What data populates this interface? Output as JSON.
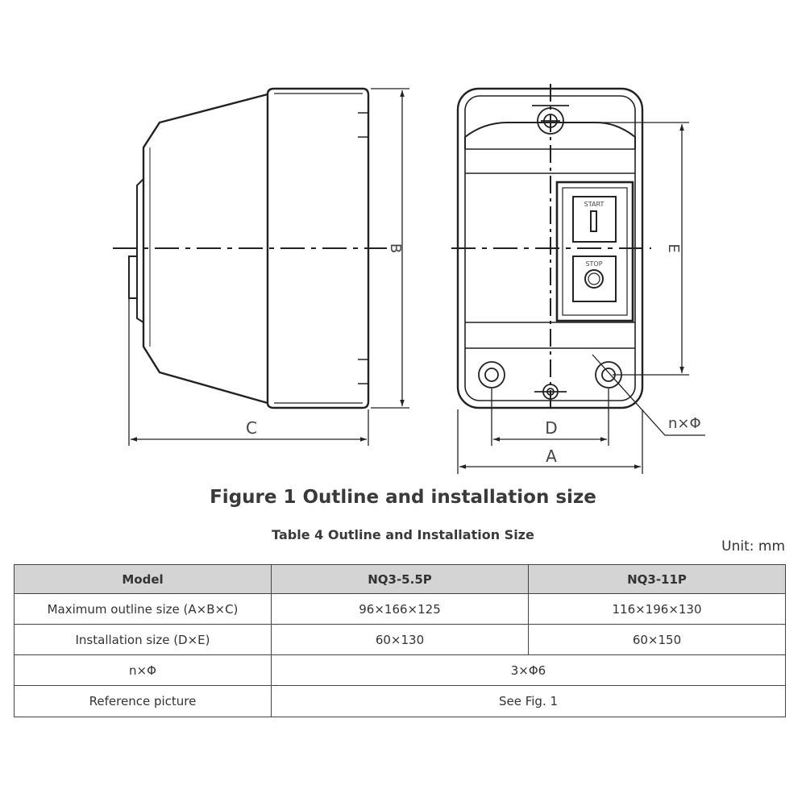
{
  "figure": {
    "title": "Figure 1 Outline and installation size",
    "labels": {
      "A": "A",
      "B": "B",
      "C": "C",
      "D": "D",
      "E": "E",
      "nphi": "n×Φ"
    },
    "buttons": {
      "start": "START",
      "start_symbol": "I",
      "stop": "STOP"
    }
  },
  "table": {
    "title": "Table 4 Outline and Installation Size",
    "unit": "Unit: mm",
    "headers": [
      "Model",
      "NQ3-5.5P",
      "NQ3-11P"
    ],
    "rows": [
      {
        "label": "Maximum outline size (A×B×C)",
        "v1": "96×166×125",
        "v2": "116×196×130"
      },
      {
        "label": "Installation size (D×E)",
        "v1": "60×130",
        "v2": "60×150"
      },
      {
        "label": "n×Φ",
        "v": "3×Φ6"
      },
      {
        "label": "Reference picture",
        "v": "See Fig. 1"
      }
    ]
  }
}
